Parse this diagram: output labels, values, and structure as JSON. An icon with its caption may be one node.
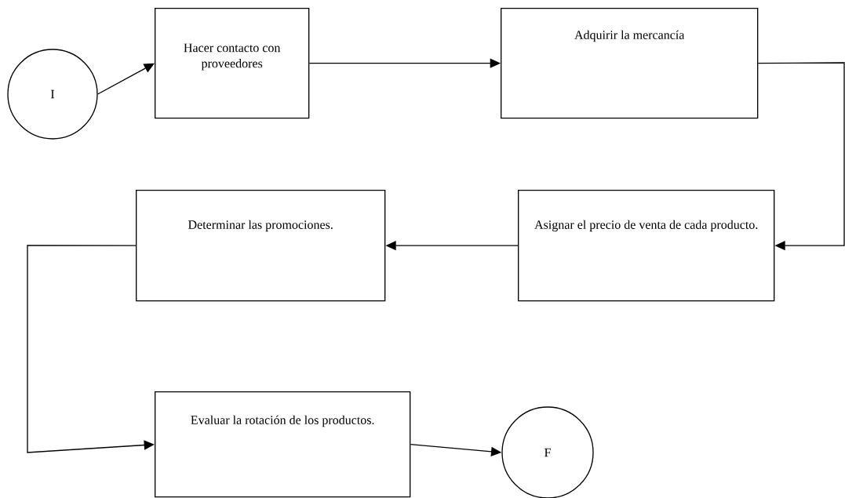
{
  "diagram": {
    "nodes": [
      {
        "text": [
          "I"
        ]
      },
      {
        "text": [
          "Hacer contacto con proveedores"
        ]
      },
      {
        "text": [
          "Adquirir la mercancía"
        ]
      },
      {
        "text": [
          "Determinar las promociones."
        ]
      },
      {
        "text": [
          "Asignar el precio de venta de cada producto."
        ]
      },
      {
        "text": [
          "Evaluar la rotación de los productos."
        ]
      },
      {
        "text": [
          "F"
        ]
      }
    ],
    "edges": [
      {
        "from": 0,
        "to": 1,
        "arrow": "to"
      },
      {
        "from": 1,
        "to": 2,
        "arrow": "to"
      },
      {
        "from": 2,
        "to": 4,
        "arrow": "to"
      },
      {
        "from": 4,
        "to": 3,
        "arrow": "to"
      },
      {
        "from": 3,
        "to": 5,
        "arrow": "to"
      },
      {
        "from": 5,
        "to": 6,
        "arrow": "to"
      }
    ]
  }
}
